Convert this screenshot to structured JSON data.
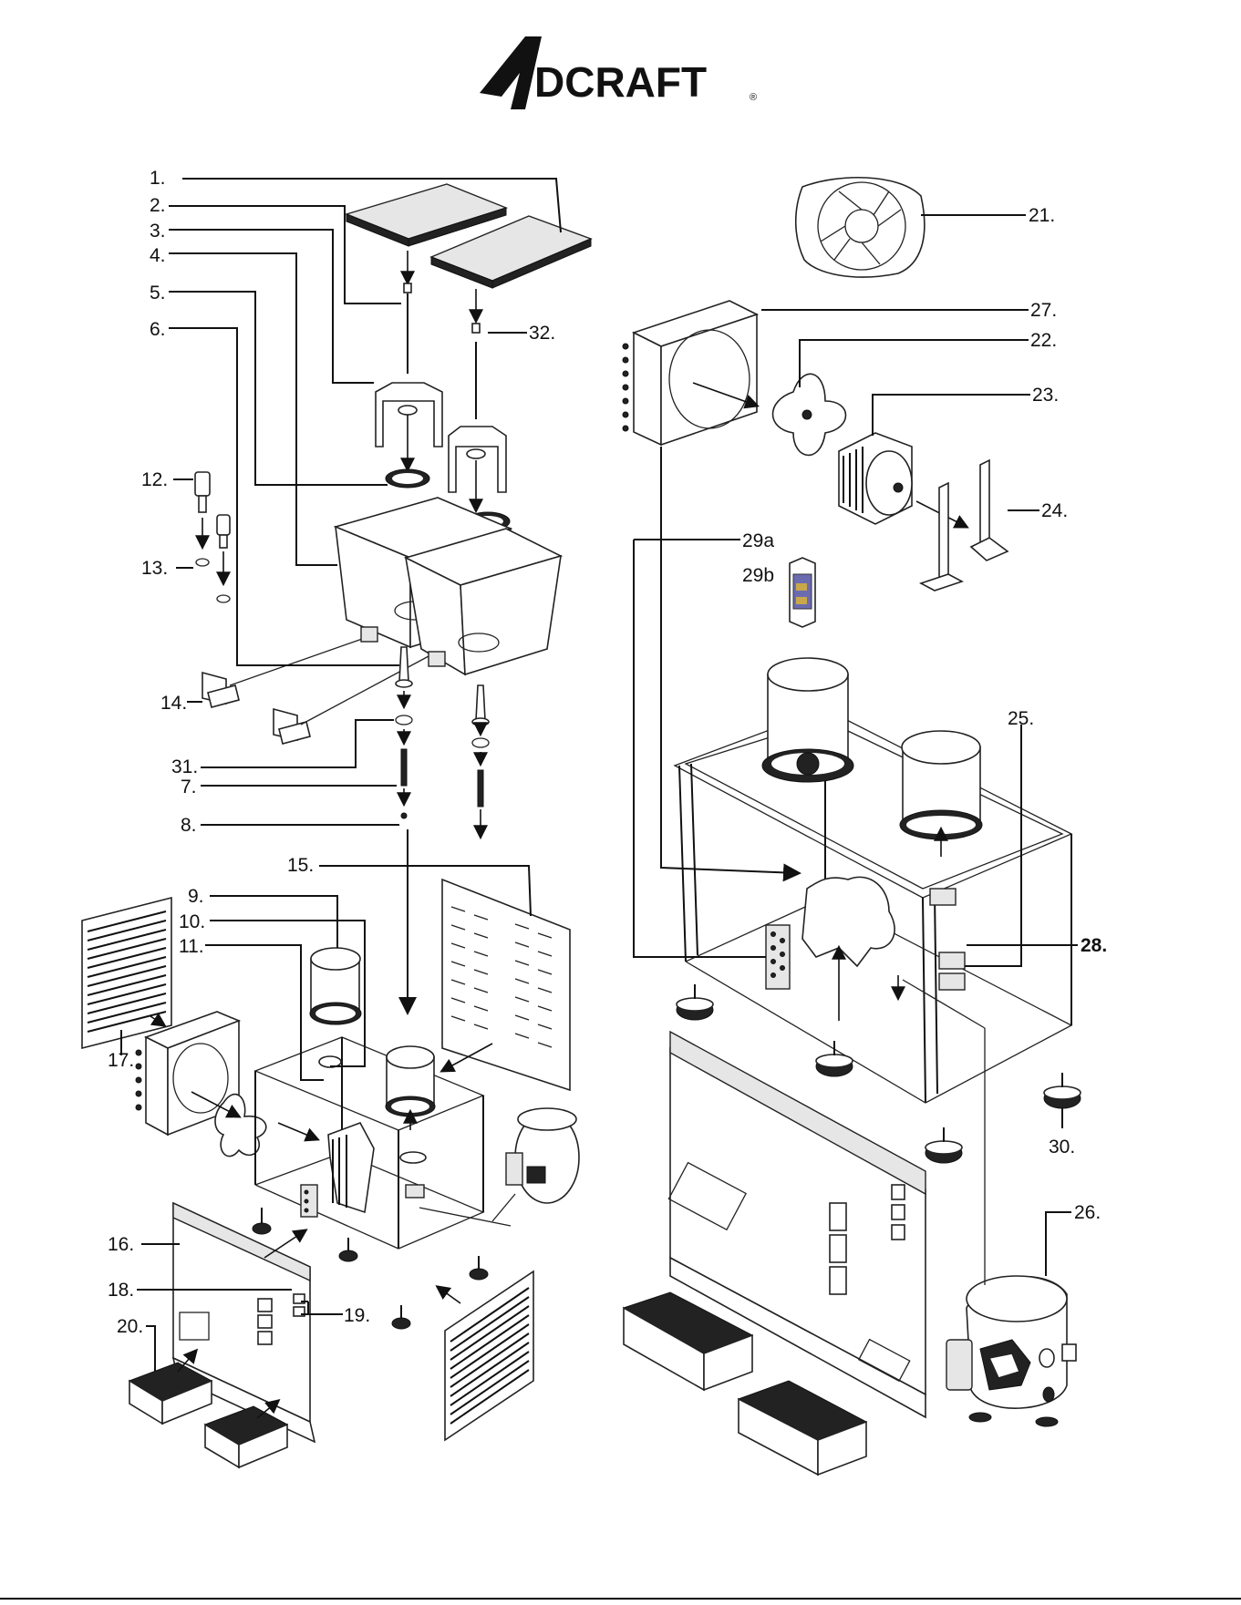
{
  "brand": {
    "name": "ADCRAFT",
    "logo_initial": "A",
    "logo_rest": "DCRAFT",
    "registered_mark": "®"
  },
  "labels": {
    "p1": "1.",
    "p2": "2.",
    "p3": "3.",
    "p4": "4.",
    "p5": "5.",
    "p6": "6.",
    "p7": "7.",
    "p8": "8.",
    "p9": "9.",
    "p10": "10.",
    "p11": "11.",
    "p12": "12.",
    "p13": "13.",
    "p14": "14.",
    "p15": "15.",
    "p16": "16.",
    "p17": "17.",
    "p18": "18.",
    "p19": "19.",
    "p20": "20.",
    "p21": "21.",
    "p22": "22.",
    "p23": "23.",
    "p24": "24.",
    "p25": "25.",
    "p26": "26.",
    "p27": "27.",
    "p28": "28.",
    "p29a": "29a",
    "p29b": "29b",
    "p30": "30.",
    "p31": "31.",
    "p32": "32."
  }
}
